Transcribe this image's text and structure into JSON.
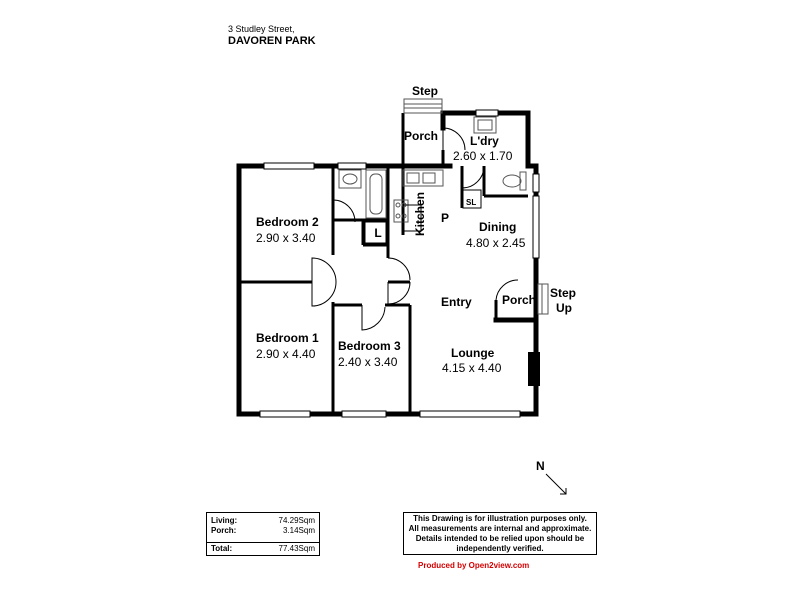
{
  "address": {
    "street": "3 Studley Street,",
    "suburb": "DAVOREN PARK"
  },
  "rooms": {
    "step_top": "Step",
    "porch_top": "Porch",
    "laundry": {
      "name": "L'dry",
      "size": "2.60 x 1.70"
    },
    "bedroom2": {
      "name": "Bedroom 2",
      "size": "2.90 x 3.40"
    },
    "kitchen": "Kitchen",
    "pantry": "P",
    "linen": "L",
    "sl": "SL",
    "dining": {
      "name": "Dining",
      "size": "4.80 x 2.45"
    },
    "entry": "Entry",
    "porch_side": "Porch",
    "step_up": "Step\nUp",
    "step_up_1": "Step",
    "step_up_2": "Up",
    "bedroom1": {
      "name": "Bedroom 1",
      "size": "2.90 x 4.40"
    },
    "bedroom3": {
      "name": "Bedroom 3",
      "size": "2.40 x 3.40"
    },
    "lounge": {
      "name": "Lounge",
      "size": "4.15 x 4.40"
    }
  },
  "compass": {
    "label": "N"
  },
  "areas": {
    "living_label": "Living:",
    "living_value": "74.29Sqm",
    "porch_label": "Porch:",
    "porch_value": "3.14Sqm",
    "total_label": "Total:",
    "total_value": "77.43Sqm"
  },
  "disclaimer": {
    "line1": "This Drawing is for illustration purposes only.",
    "line2": "All measurements are internal and approximate.",
    "line3": "Details intended to be relied upon should be",
    "line4": "independently verified."
  },
  "credit": "Produced by Open2view.com",
  "colors": {
    "wall": "#000000",
    "credit": "#d40000",
    "fixture": "#555555"
  }
}
